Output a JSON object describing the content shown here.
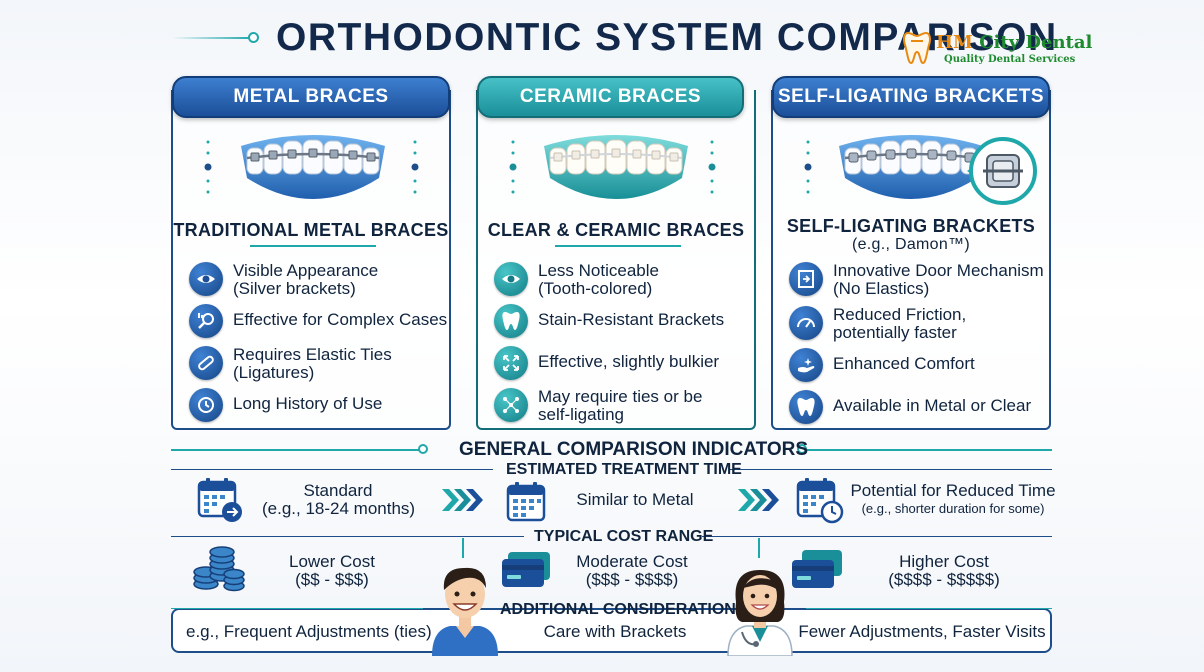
{
  "title": "ORTHODONTIC SYSTEM COMPARISON",
  "logo": {
    "name_prefix": "HM",
    "name_rest": " City Dental",
    "tagline": "Quality Dental Services",
    "icon": "tooth-icon"
  },
  "colors": {
    "navy": "#1c4f99",
    "teal": "#1a8f9a",
    "accent_line": "#1fa8aa",
    "text": "#10243e",
    "logo_green": "#1d8a2e",
    "logo_orange": "#e88a12"
  },
  "columns": [
    {
      "header": "METAL BRACES",
      "subtitle": "TRADITIONAL METAL BRACES",
      "subtitle2": "",
      "features": [
        {
          "icon": "eye-icon",
          "lines": [
            "Visible Appearance",
            "(Silver brackets)"
          ]
        },
        {
          "icon": "magnifier-chart-icon",
          "lines": [
            "Effective for Complex Cases"
          ]
        },
        {
          "icon": "elastic-band-icon",
          "lines": [
            "Requires Elastic Ties",
            "(Ligatures)"
          ]
        },
        {
          "icon": "history-clock-icon",
          "lines": [
            "Long History of Use"
          ]
        }
      ]
    },
    {
      "header": "CERAMIC BRACES",
      "subtitle": "CLEAR & CERAMIC BRACES",
      "subtitle2": "",
      "features": [
        {
          "icon": "eye-icon",
          "lines": [
            "Less Noticeable",
            "(Tooth-colored)"
          ]
        },
        {
          "icon": "tooth-icon",
          "lines": [
            "Stain-Resistant Brackets"
          ]
        },
        {
          "icon": "expand-arrows-icon",
          "lines": [
            "Effective, slightly bulkier"
          ]
        },
        {
          "icon": "network-icon",
          "lines": [
            "May require ties or be",
            "self-ligating"
          ]
        }
      ]
    },
    {
      "header": "SELF-LIGATING BRACKETS",
      "subtitle": "SELF-LIGATING BRACKETS",
      "subtitle2": "(e.g., Damon™)",
      "features": [
        {
          "icon": "door-icon",
          "lines": [
            "Innovative Door Mechanism",
            "(No Elastics)"
          ]
        },
        {
          "icon": "speedometer-icon",
          "lines": [
            "Reduced Friction,",
            "potentially faster"
          ]
        },
        {
          "icon": "hand-comfort-icon",
          "lines": [
            "Enhanced Comfort"
          ]
        },
        {
          "icon": "tooth-icon",
          "lines": [
            "Available in Metal or Clear"
          ]
        }
      ]
    }
  ],
  "general": {
    "heading": "GENERAL COMPARISON INDICATORS",
    "treatment_time": {
      "label": "ESTIMATED TREATMENT TIME",
      "items": [
        {
          "icon": "calendar-arrow-icon",
          "lines": [
            "Standard",
            "(e.g., 18-24 months)"
          ]
        },
        {
          "icon": "calendar-icon",
          "lines": [
            "Similar to Metal"
          ]
        },
        {
          "icon": "calendar-clock-icon",
          "lines": [
            "Potential for Reduced Time",
            "(e.g., shorter duration for some)"
          ]
        }
      ]
    },
    "cost": {
      "label": "TYPICAL COST RANGE",
      "items": [
        {
          "icon": "coins-icon",
          "lines": [
            "Lower Cost",
            "($$ - $$$)"
          ]
        },
        {
          "icon": "card-icon",
          "lines": [
            "Moderate Cost",
            "($$$ - $$$$)"
          ]
        },
        {
          "icon": "cards-icon",
          "lines": [
            "Higher Cost",
            "($$$$ - $$$$$)"
          ]
        }
      ]
    },
    "additional": {
      "label": "ADDITIONAL CONSIDERATIONS",
      "center": "Care with Brackets",
      "left": "e.g., Frequent Adjustments (ties)",
      "right": "Fewer Adjustments, Faster Visits"
    }
  }
}
